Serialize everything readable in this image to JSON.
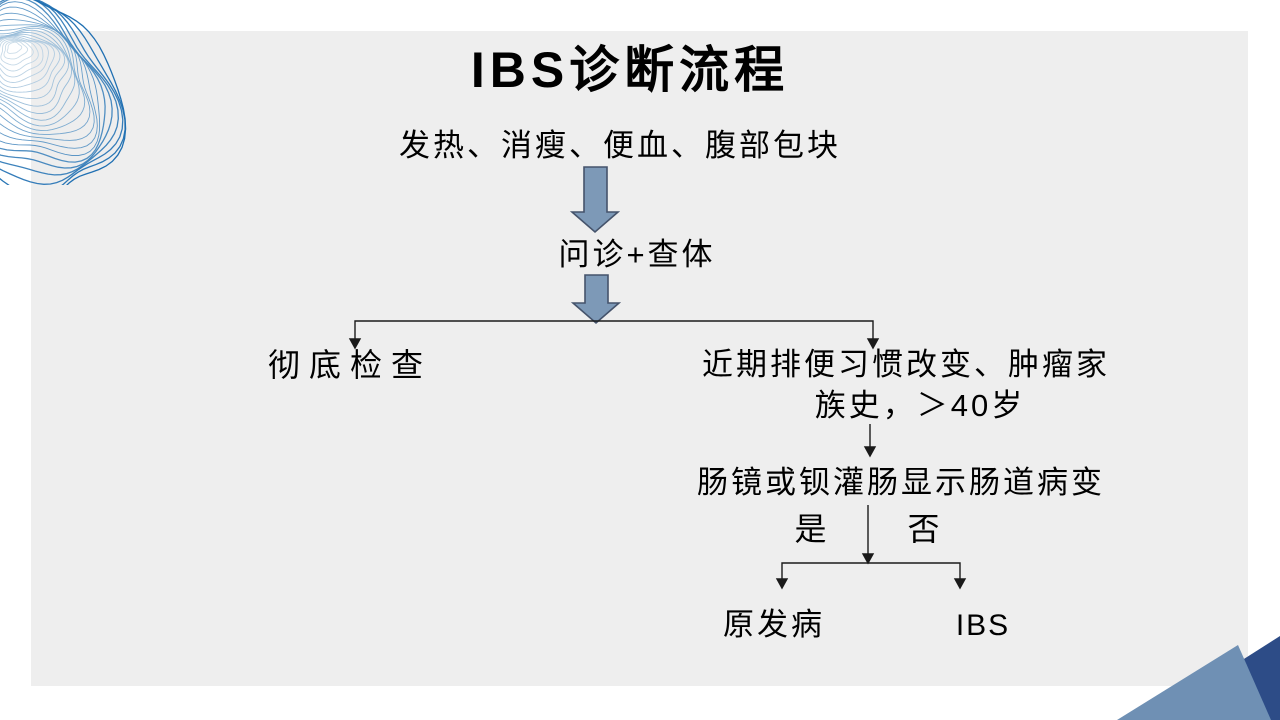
{
  "slide": {
    "title": "IBS诊断流程",
    "flow": {
      "symptoms": "发热、消瘦、便血、腹部包块",
      "assessment": "问诊+查体",
      "left_branch": "彻底检查",
      "right_branch_line1": "近期排便习惯改变、肿瘤家",
      "right_branch_line2": "族史，＞40岁",
      "investigation": "肠镜或钡灌肠显示肠道病变",
      "yes_label": "是",
      "no_label": "否",
      "outcome_left": "原发病",
      "outcome_right": "IBS"
    },
    "colors": {
      "page_bg": "#ffffff",
      "slide_bg": "#eeeeee",
      "text": "#000000",
      "line_color": "#1a1a1a",
      "block_arrow_fill": "#7d99b7",
      "block_arrow_stroke": "#45536b",
      "triangle_light": "#6f90b4",
      "triangle_dark": "#2d4c87",
      "spiral_inner": "#ccdde9",
      "spiral_outer": "#1f6fb2"
    }
  }
}
